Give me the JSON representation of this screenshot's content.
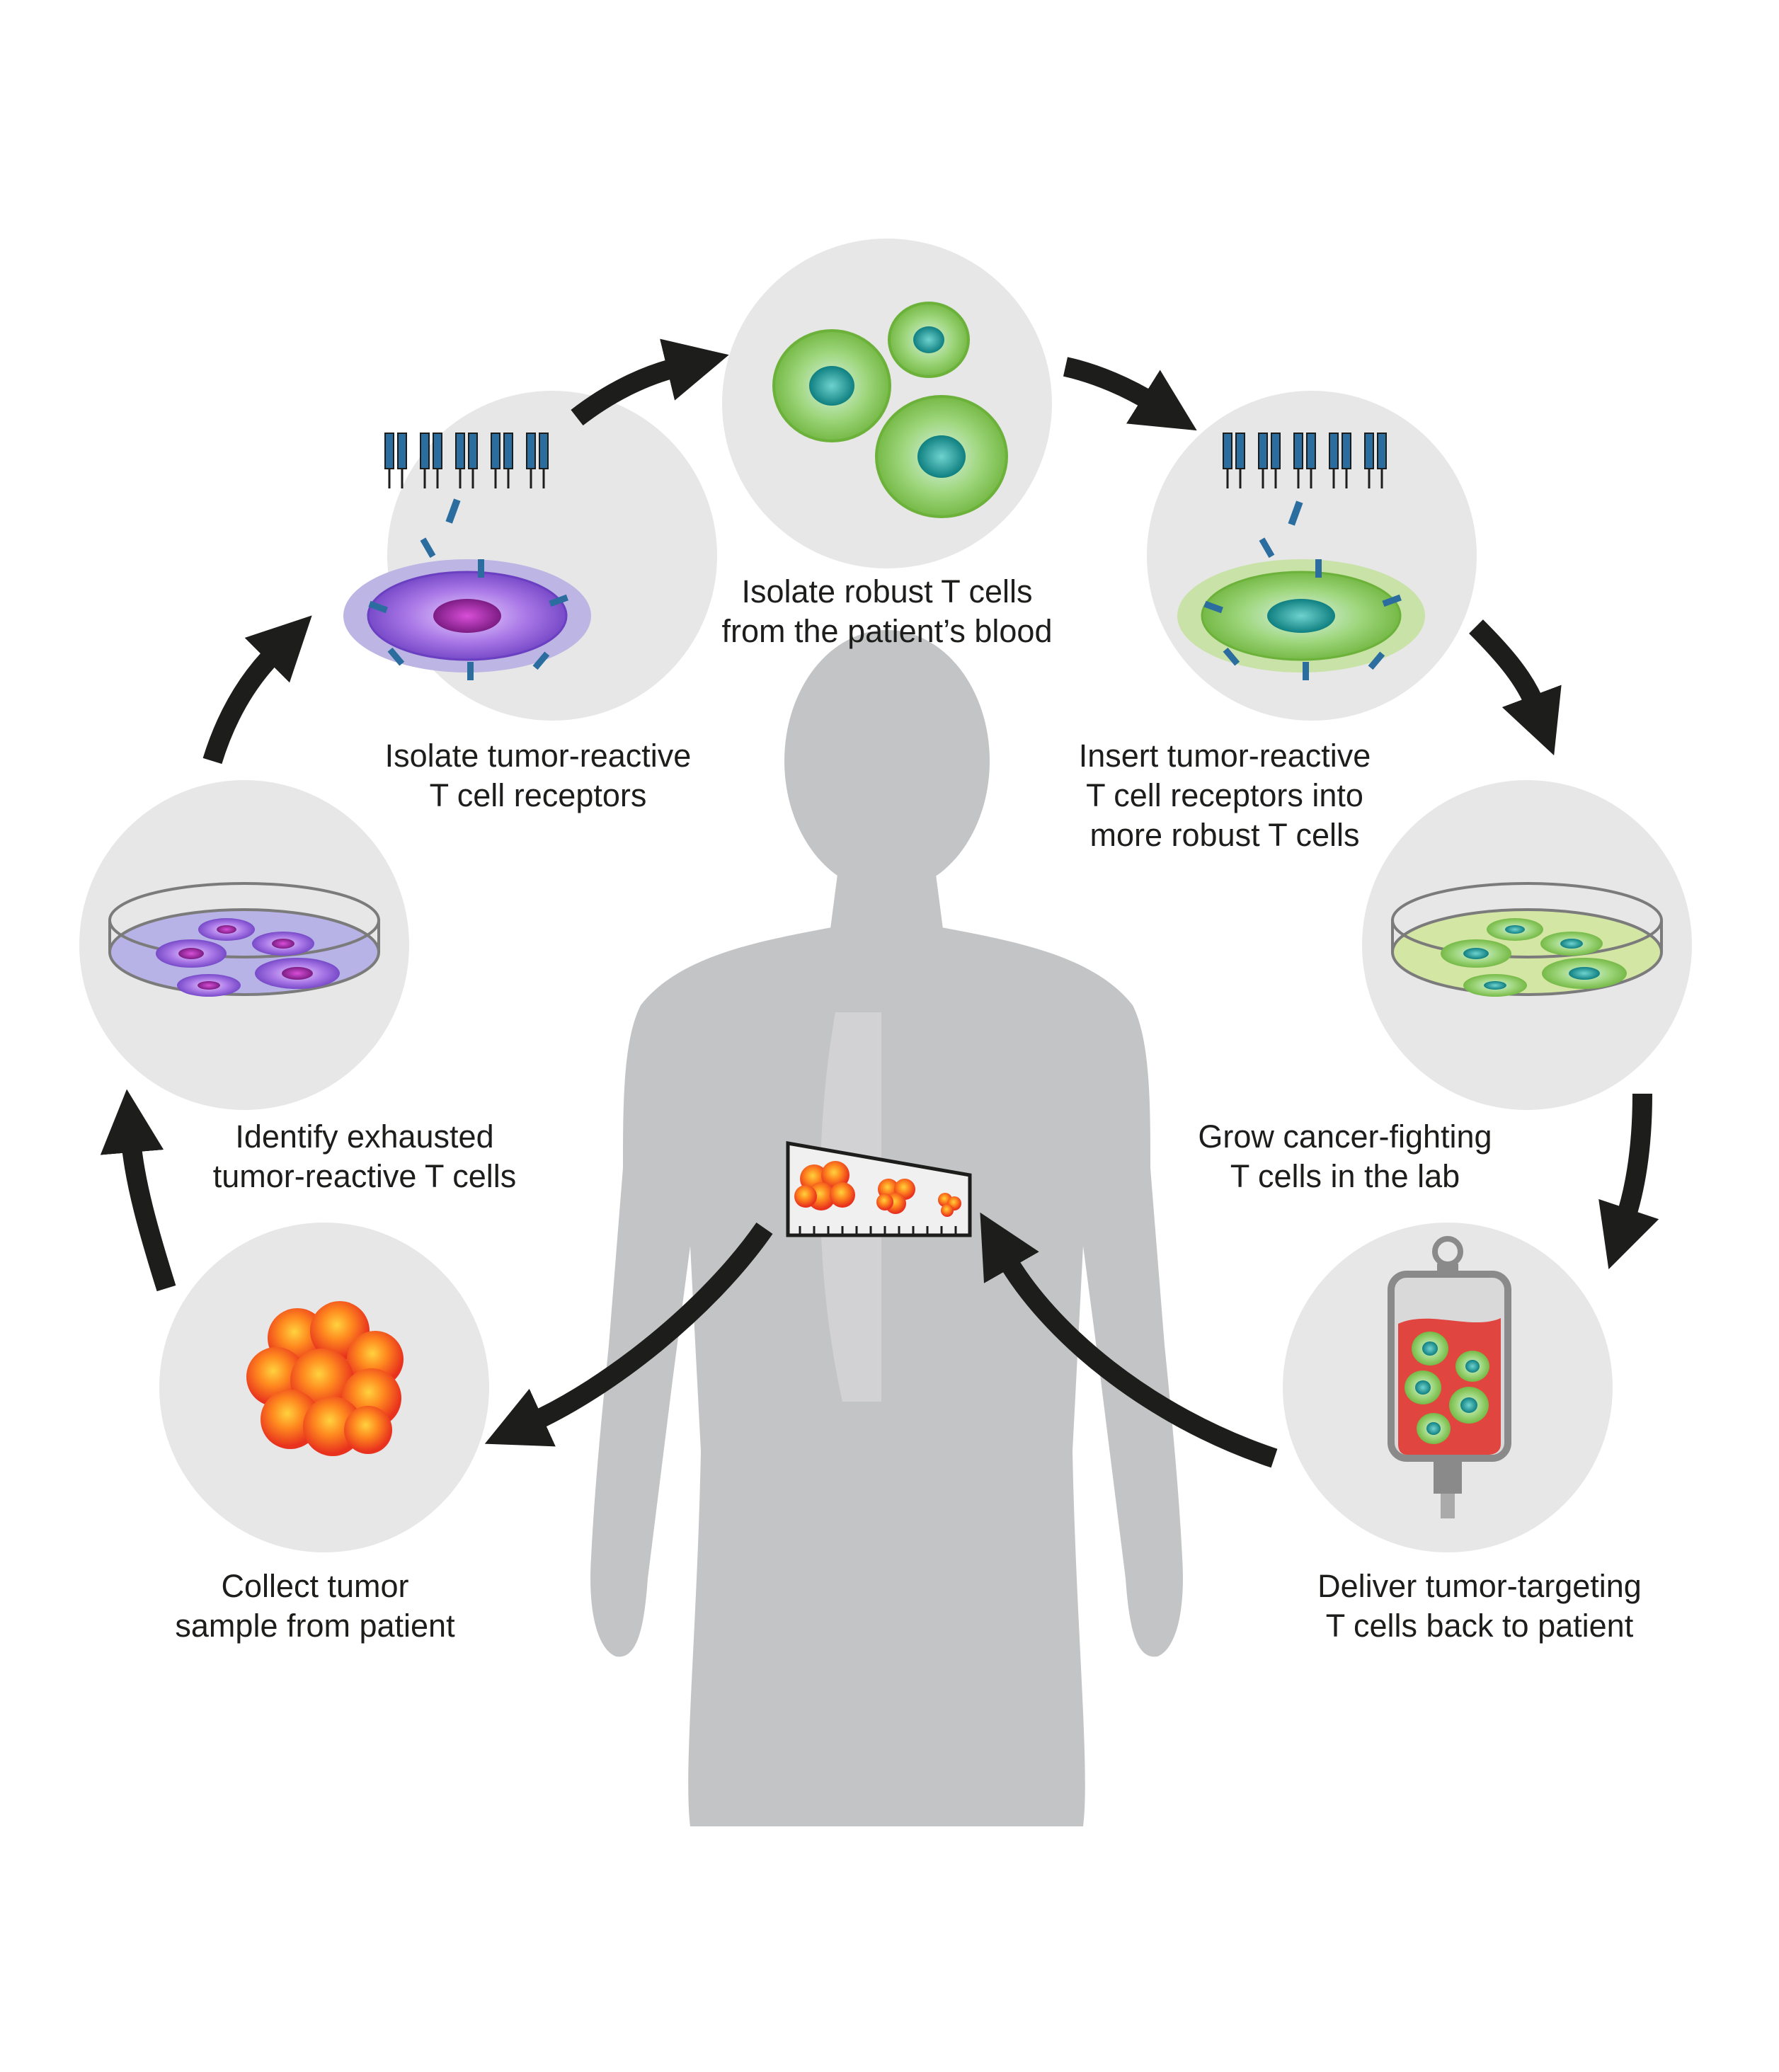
{
  "diagram": {
    "colors": {
      "bubble": "#e7e7e8",
      "body_silhouette": "#c3c4c6",
      "arrow": "#1d1d1b",
      "exhausted_cell": "#9b6fd6",
      "robust_cell": "#84c04a",
      "nucleus": "#1f8c8c",
      "tumor": "#ef4123"
    },
    "steps": [
      {
        "id": "collect",
        "line1": "Collect tumor",
        "line2": "sample from patient",
        "icon": "tumor-cluster-icon"
      },
      {
        "id": "identify",
        "line1": "Identify exhausted",
        "line2": "tumor-reactive T cells",
        "icon": "petri-dish-purple-icon"
      },
      {
        "id": "isolate-tcr",
        "line1": "Isolate tumor-reactive",
        "line2": "T cell receptors",
        "icon": "receptor-purple-cell-icon"
      },
      {
        "id": "isolate-robust",
        "line1": "Isolate robust T cells",
        "line2": "from the patient’s blood",
        "icon": "green-t-cells-icon"
      },
      {
        "id": "insert",
        "line1": "Insert tumor-reactive",
        "line2": "T cell receptors into",
        "line3": "more robust T cells",
        "icon": "receptor-green-cell-icon"
      },
      {
        "id": "grow",
        "line1": "Grow cancer-fighting",
        "line2": "T cells in the lab",
        "icon": "petri-dish-green-icon"
      },
      {
        "id": "deliver",
        "line1": "Deliver tumor-targeting",
        "line2": "T cells back to patient",
        "icon": "iv-bag-icon"
      }
    ]
  }
}
